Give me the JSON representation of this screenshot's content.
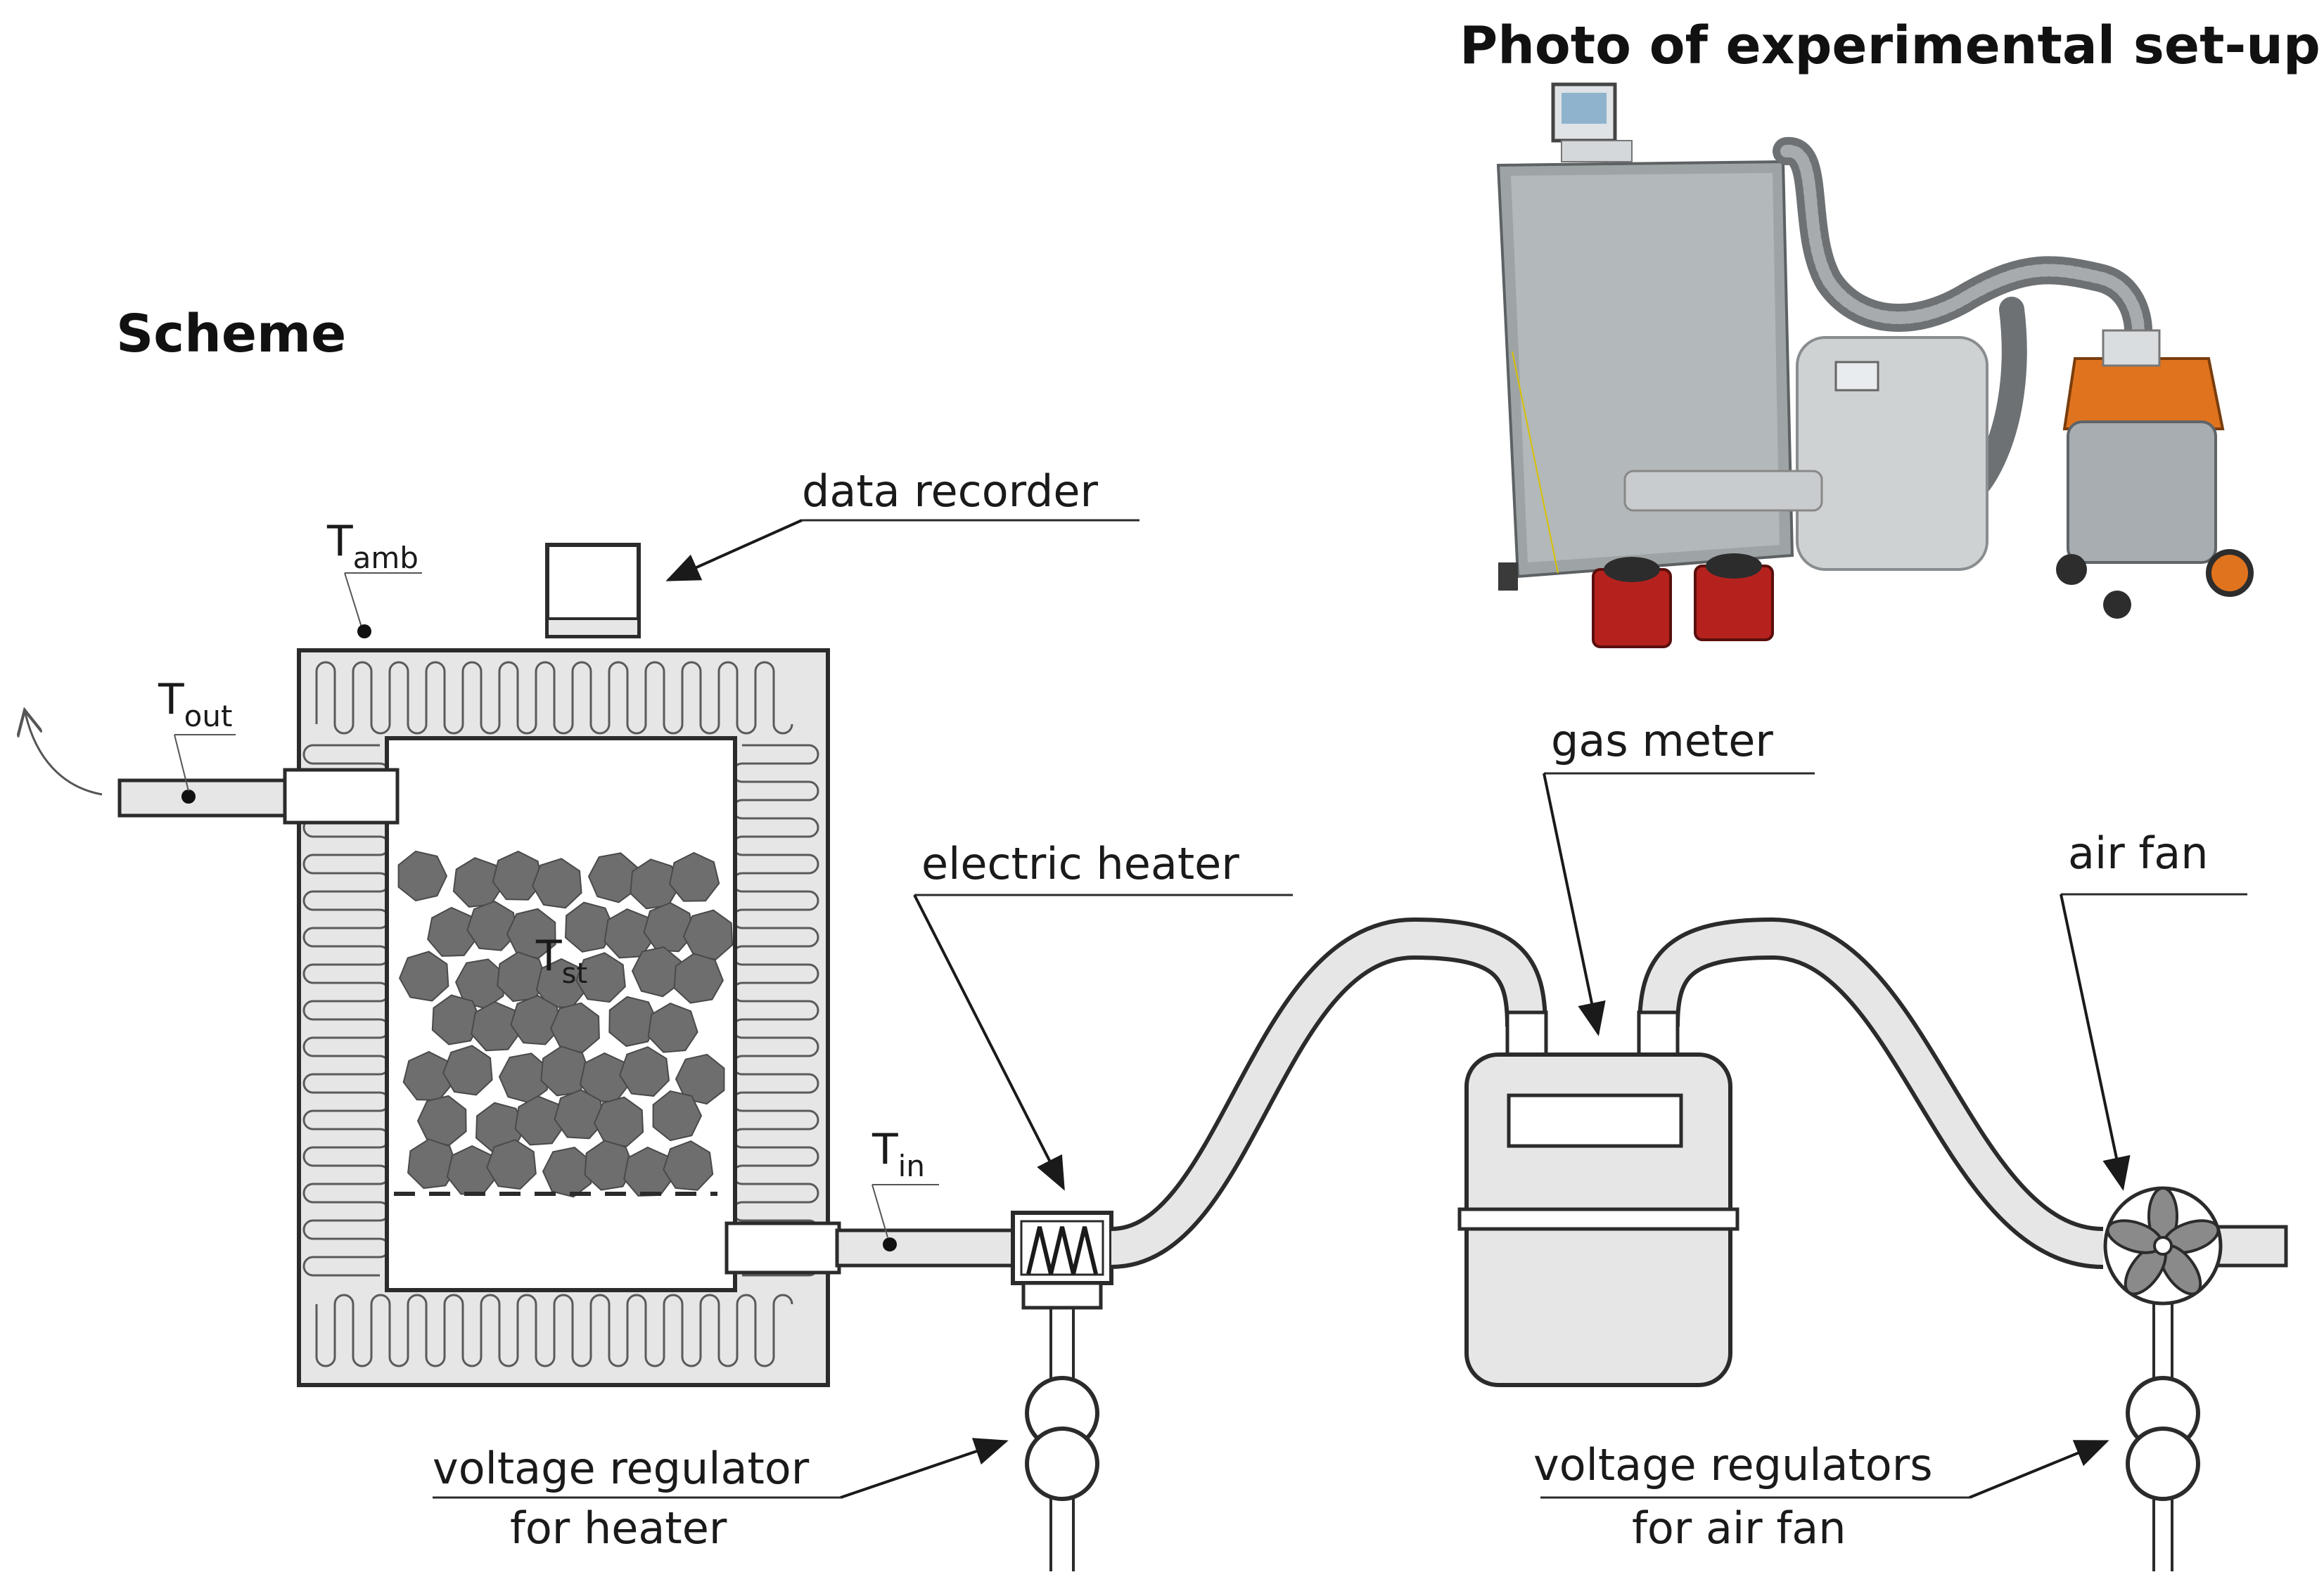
{
  "headings": {
    "photo": "Photo of experimental set-up",
    "scheme": "Scheme"
  },
  "labels": {
    "data_recorder": "data recorder",
    "gas_meter": "gas meter",
    "electric_heater": "electric heater",
    "air_fan": "air fan",
    "voltage_regulator_heater_line1": "voltage regulator",
    "voltage_regulator_heater_line2": "for heater",
    "voltage_regulators_fan_line1": "voltage regulators",
    "voltage_regulators_fan_line2": "for air fan"
  },
  "temperatures": {
    "amb": {
      "main": "T",
      "sub": "amb"
    },
    "out": {
      "main": "T",
      "sub": "out"
    },
    "in": {
      "main": "T",
      "sub": "in"
    },
    "st": {
      "main": "T",
      "sub": "st"
    }
  },
  "colors": {
    "line": "#2b2b2b",
    "fill_light": "#e6e6e6",
    "pellet": "#6e6e6e",
    "fan_blade": "#8a8a8a"
  },
  "icons": [
    "fan-icon",
    "heater-icon",
    "transformer-icon",
    "gas-meter-icon",
    "monitor-icon"
  ]
}
